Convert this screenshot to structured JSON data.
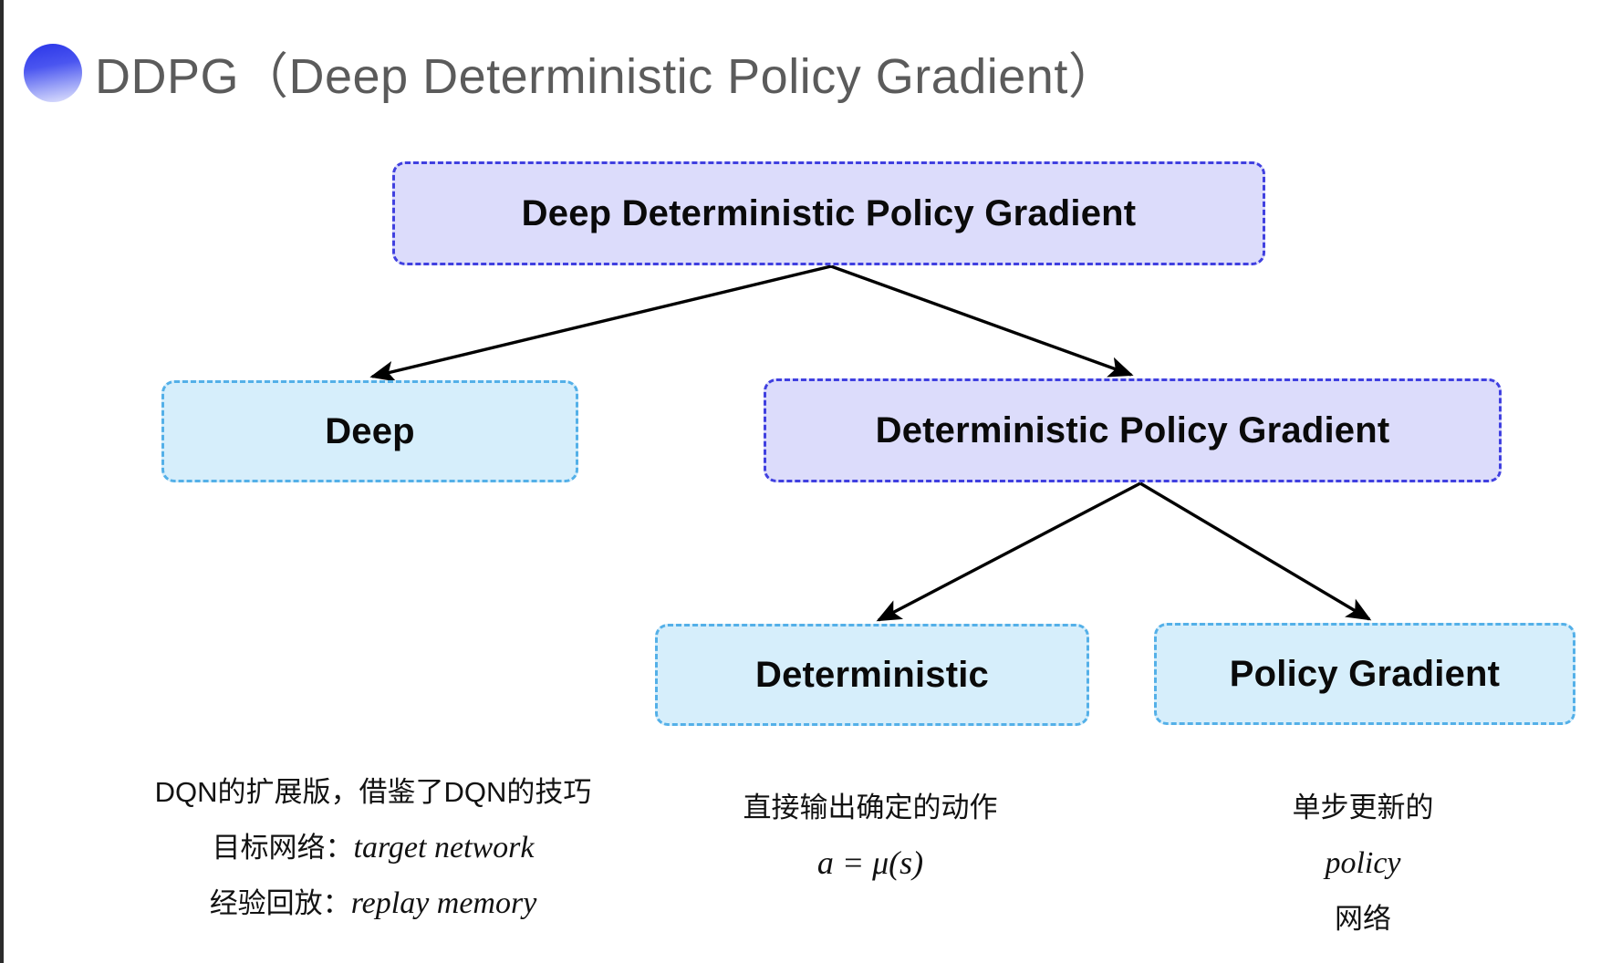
{
  "slide": {
    "title": "DDPG（Deep Deterministic Policy Gradient）",
    "bullet_icon": "gradient-circle-icon",
    "background_color": "#ffffff"
  },
  "colors": {
    "purple_fill": "#dcdcfb",
    "purple_border": "#4040e0",
    "blue_fill": "#d6eefb",
    "blue_border": "#54b0e8",
    "title_text": "#5b5b5b",
    "body_text": "#121212",
    "arrow": "#000000"
  },
  "diagram": {
    "nodes": [
      {
        "id": "root",
        "label": "Deep Deterministic Policy Gradient",
        "style": "purple"
      },
      {
        "id": "deep",
        "label": "Deep",
        "style": "blue"
      },
      {
        "id": "dpg",
        "label": "Deterministic Policy Gradient",
        "style": "purple"
      },
      {
        "id": "det",
        "label": "Deterministic",
        "style": "blue"
      },
      {
        "id": "pg",
        "label": "Policy Gradient",
        "style": "blue"
      }
    ],
    "edges": [
      {
        "from": "root",
        "to": "deep"
      },
      {
        "from": "root",
        "to": "dpg"
      },
      {
        "from": "dpg",
        "to": "det"
      },
      {
        "from": "dpg",
        "to": "pg"
      }
    ]
  },
  "captions": {
    "deep": {
      "line1": "DQN的扩展版，借鉴了DQN的技巧",
      "line2_label": "目标网络：",
      "line2_term": "target network",
      "line3_label": "经验回放：",
      "line3_term": "replay memory"
    },
    "deterministic": {
      "line1": "直接输出确定的动作",
      "formula": "a = μ(s)"
    },
    "policy_gradient": {
      "line1": "单步更新的",
      "line2_term": "policy",
      "line2_rest": " 网络"
    }
  }
}
